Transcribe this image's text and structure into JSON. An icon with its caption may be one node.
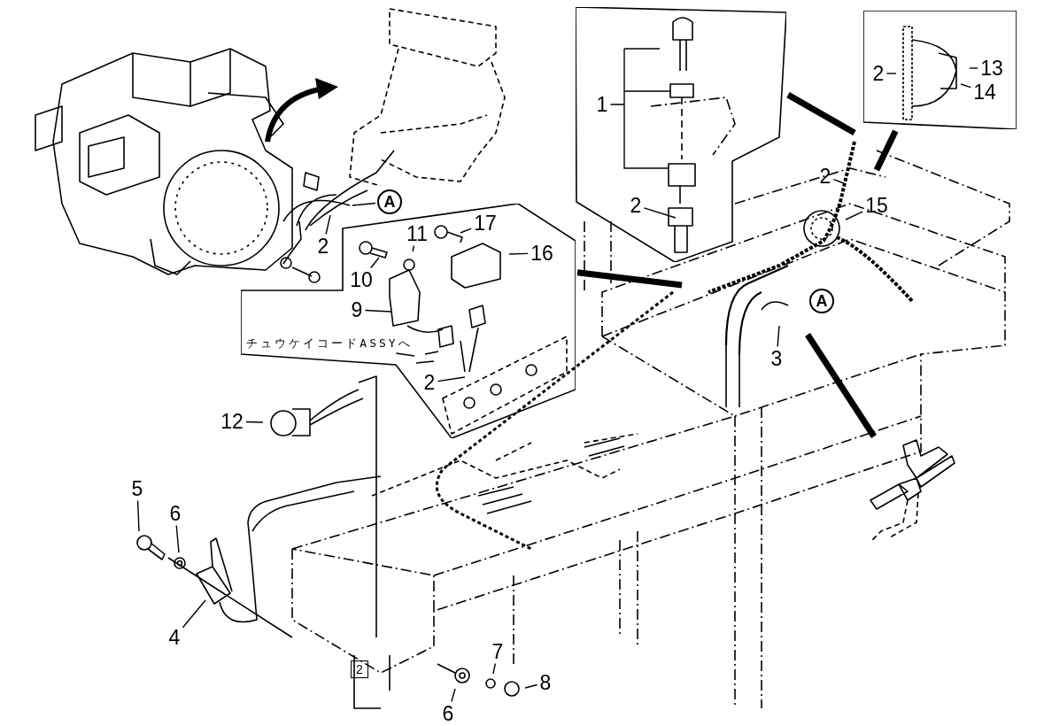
{
  "diagram": {
    "nodes": [
      {
        "text": [],
        "shape": "box"
      },
      {
        "text": [
          "1"
        ],
        "in": 0
      },
      {
        "text": [
          "2"
        ],
        "in": 0
      },
      {
        "text": [],
        "shape": "box"
      },
      {
        "text": [
          "2"
        ],
        "in": 3
      },
      {
        "text": [
          "13"
        ],
        "in": 3
      },
      {
        "text": [
          "14"
        ],
        "in": 3
      },
      {
        "text": [
          "A"
        ]
      },
      {
        "text": [
          "2"
        ]
      },
      {
        "text": [
          "2"
        ]
      },
      {
        "text": [],
        "shape": "box"
      },
      {
        "text": [
          "17"
        ],
        "in": 10
      },
      {
        "text": [
          "16"
        ],
        "in": 10
      },
      {
        "text": [
          "11"
        ],
        "in": 10
      },
      {
        "text": [
          "10"
        ],
        "in": 10
      },
      {
        "text": [
          "9"
        ],
        "in": 10
      },
      {
        "text": [
          "チュウケイコードASSYへ"
        ],
        "in": 10
      },
      {
        "text": [
          "2"
        ],
        "in": 10
      },
      {
        "text": [
          "15"
        ]
      },
      {
        "text": [
          "A"
        ]
      },
      {
        "text": [
          "3"
        ]
      },
      {
        "text": [
          "12"
        ]
      },
      {
        "text": [
          "5"
        ]
      },
      {
        "text": [
          "6"
        ]
      },
      {
        "text": [
          "4"
        ]
      },
      {
        "text": [
          "7"
        ]
      },
      {
        "text": [
          "6"
        ]
      },
      {
        "text": [
          "8"
        ]
      },
      {
        "text": [],
        "shape": "picture"
      }
    ],
    "edges": [
      {
        "from": 1,
        "to": null,
        "arrow": "none"
      },
      {
        "from": 2,
        "to": null,
        "arrow": "none"
      },
      {
        "from": 0,
        "to": null,
        "arrow": "none",
        "style": "thick"
      },
      {
        "from": 4,
        "to": null,
        "arrow": "none"
      },
      {
        "from": 5,
        "to": null,
        "arrow": "none"
      },
      {
        "from": 6,
        "to": null,
        "arrow": "none"
      },
      {
        "from": 3,
        "to": null,
        "arrow": "none",
        "style": "thick"
      },
      {
        "from": 7,
        "to": null,
        "arrow": "none"
      },
      {
        "from": 8,
        "to": null,
        "arrow": "none"
      },
      {
        "from": 9,
        "to": null,
        "arrow": "none"
      },
      {
        "from": 10,
        "to": null,
        "arrow": "none",
        "style": "thick"
      },
      {
        "from": 11,
        "to": null,
        "arrow": "none"
      },
      {
        "from": 12,
        "to": null,
        "arrow": "none"
      },
      {
        "from": 13,
        "to": null,
        "arrow": "none"
      },
      {
        "from": 14,
        "to": null,
        "arrow": "none"
      },
      {
        "from": 15,
        "to": null,
        "arrow": "none"
      },
      {
        "from": 16,
        "to": null,
        "arrow": "none"
      },
      {
        "from": 17,
        "to": null,
        "arrow": "none"
      },
      {
        "from": 18,
        "to": null,
        "arrow": "none"
      },
      {
        "from": 20,
        "to": null,
        "arrow": "none"
      },
      {
        "from": 21,
        "to": null,
        "arrow": "none"
      },
      {
        "from": 22,
        "to": null,
        "arrow": "none"
      },
      {
        "from": 23,
        "to": null,
        "arrow": "none"
      },
      {
        "from": 24,
        "to": null,
        "arrow": "none"
      },
      {
        "from": 25,
        "to": null,
        "arrow": "none"
      },
      {
        "from": 26,
        "to": null,
        "arrow": "none"
      },
      {
        "from": 27,
        "to": null,
        "arrow": "none"
      },
      {
        "from": null,
        "to": 28,
        "arrow": "none",
        "style": "thick"
      }
    ],
    "labels": [
      "2"
    ]
  }
}
